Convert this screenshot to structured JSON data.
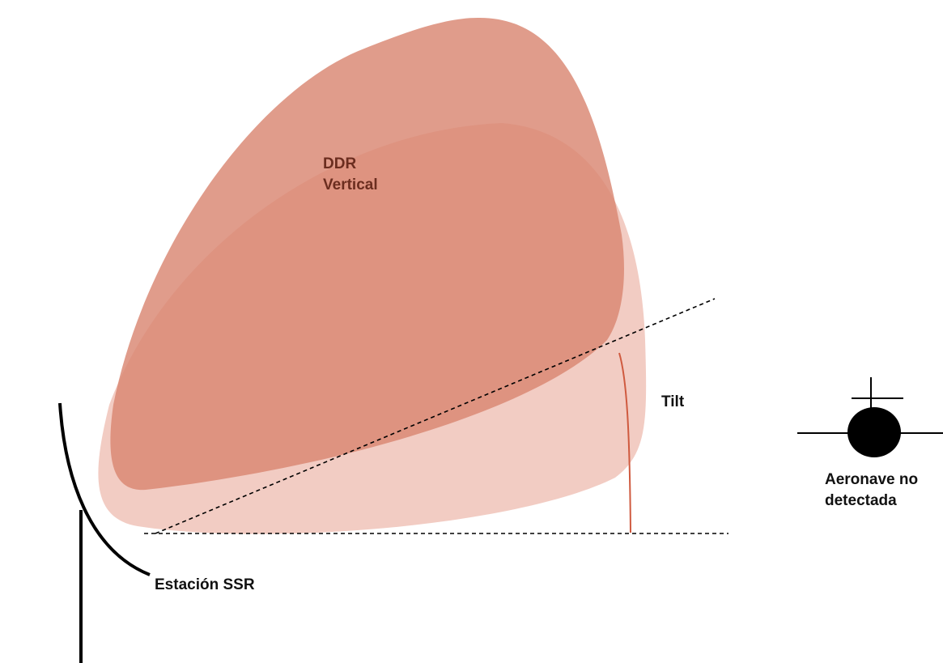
{
  "labels": {
    "lobe_line1": "DDR",
    "lobe_line2": "Vertical",
    "tilt": "Tilt",
    "station": "Estación SSR",
    "aircraft_line1": "Aeronave no",
    "aircraft_line2": "detectada"
  },
  "colors": {
    "lobe_outer": "#e09a89",
    "lobe_inner": "#d98671",
    "lobe_tilted": "#f2ccc3",
    "tilt_marker": "#cf5a3f",
    "ink": "#000000"
  }
}
